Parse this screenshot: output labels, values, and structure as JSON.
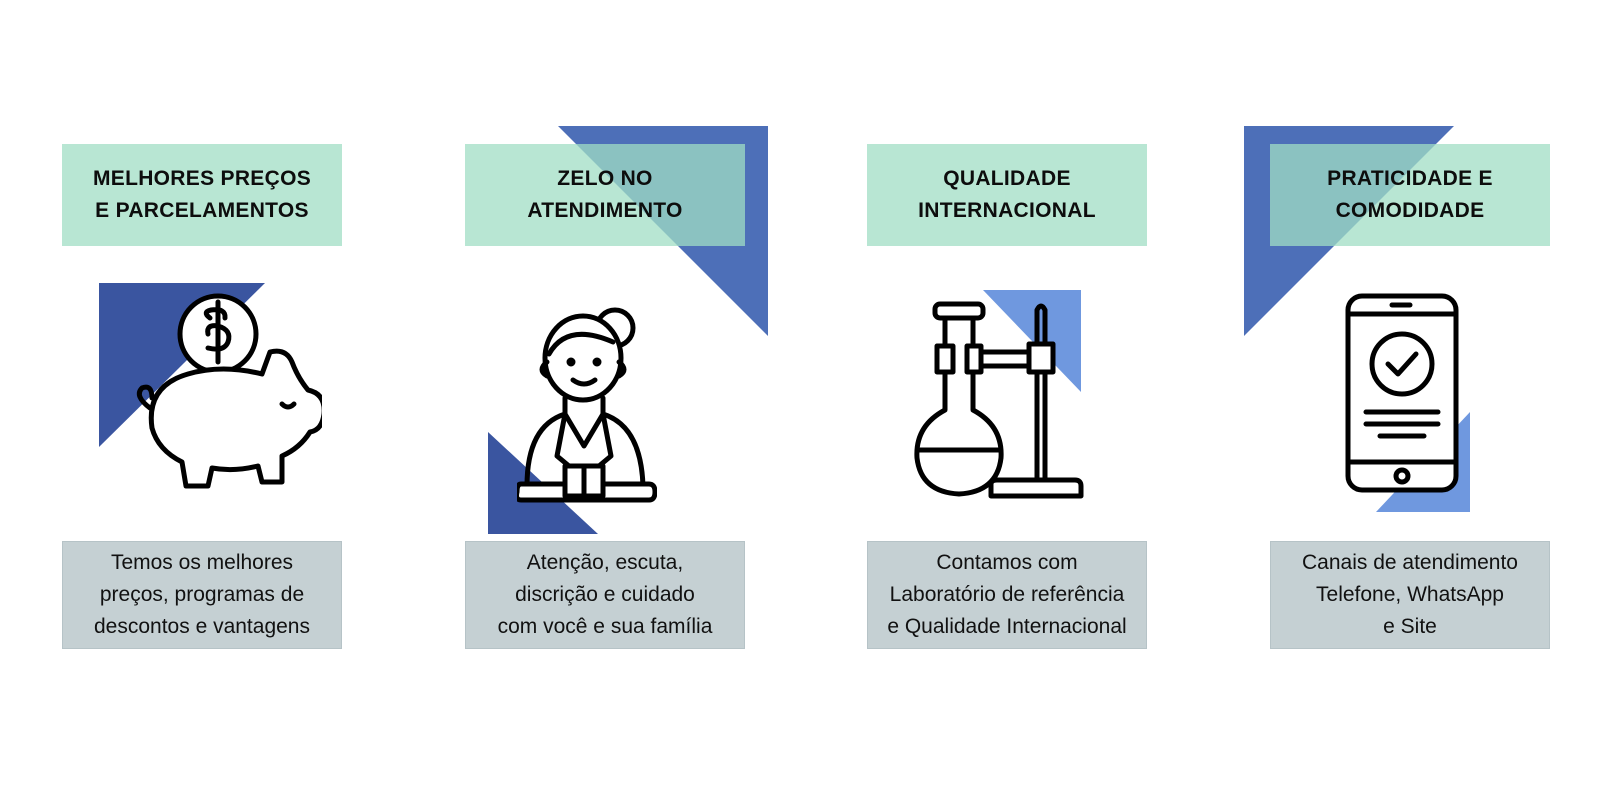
{
  "colors": {
    "header_bg": "#a0ddc4",
    "desc_bg": "#c5d0d3",
    "accent_dark_blue": "#3a55a0",
    "accent_blue": "#4d6fb8",
    "accent_light_blue": "#6f98df"
  },
  "cards": [
    {
      "title": "MELHORES PREÇOS\nE PARCELAMENTOS",
      "icon": "piggy-bank-icon",
      "description": "Temos os melhores\npreços, programas de\ndescontos e vantagens"
    },
    {
      "title": "ZELO NO\nATENDIMENTO",
      "icon": "attendant-icon",
      "description": "Atenção, escuta,\ndiscrição e cuidado\ncom você e sua família"
    },
    {
      "title": "QUALIDADE\nINTERNACIONAL",
      "icon": "laboratory-flask-icon",
      "description": "Contamos com\nLaboratório de referência\ne Qualidade Internacional"
    },
    {
      "title": "PRATICIDADE E\nCOMODIDADE",
      "icon": "smartphone-check-icon",
      "description": "Canais de atendimento\nTelefone, WhatsApp\ne Site"
    }
  ]
}
